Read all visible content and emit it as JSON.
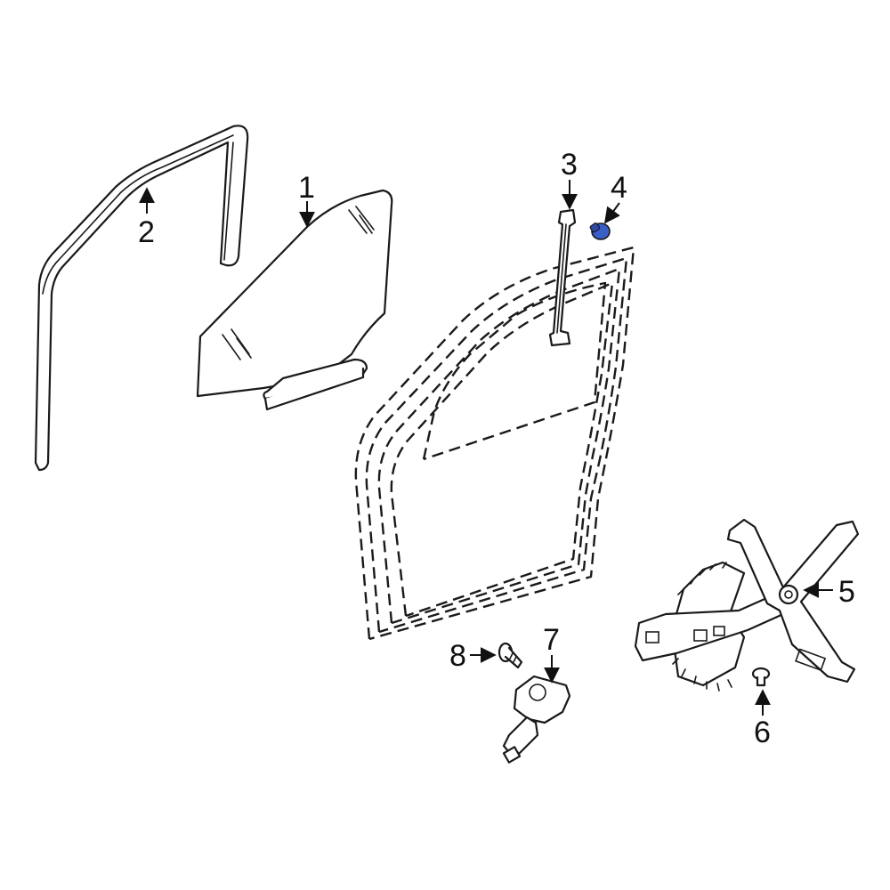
{
  "diagram": {
    "highlight_color": "#3a5fc8",
    "line_color": "#1a1a1a",
    "callouts": [
      {
        "id": "1",
        "label": "1",
        "part": "door-glass"
      },
      {
        "id": "2",
        "label": "2",
        "part": "glass-run-channel"
      },
      {
        "id": "3",
        "label": "3",
        "part": "glass-guide-channel"
      },
      {
        "id": "4",
        "label": "4",
        "part": "guide-bolt",
        "highlighted": true
      },
      {
        "id": "5",
        "label": "5",
        "part": "window-regulator"
      },
      {
        "id": "6",
        "label": "6",
        "part": "regulator-bolt"
      },
      {
        "id": "7",
        "label": "7",
        "part": "window-motor"
      },
      {
        "id": "8",
        "label": "8",
        "part": "motor-screw"
      }
    ]
  }
}
